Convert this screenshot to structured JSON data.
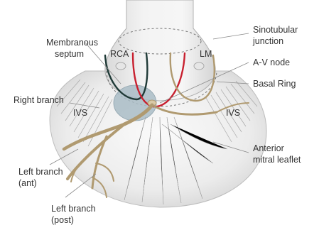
{
  "colors": {
    "background": "#ffffff",
    "tissue_light": "#f4f4f4",
    "tissue_mid": "#e2e2e2",
    "tissue_dark": "#c4c4c4",
    "septum_fill": "#a9bcc6",
    "conduction_path": "#b09a70",
    "rca_line": "#1f3a37",
    "node_line": "#c8202f",
    "label_text": "#333333",
    "leader_line": "#8a8a8a"
  },
  "labels": {
    "membranous_septum_l1": "Membranous",
    "membranous_septum_l2": "septum",
    "right_branch": "Right branch",
    "left_branch_ant_l1": "Left branch",
    "left_branch_ant_l2": "(ant)",
    "left_branch_post_l1": "Left branch",
    "left_branch_post_l2": "(post)",
    "sinotubular_l1": "Sinotubular",
    "sinotubular_l2": "junction",
    "av_node": "A-V node",
    "basal_ring": "Basal Ring",
    "anterior_mitral_l1": "Anterior",
    "anterior_mitral_l2": "mitral leaflet",
    "rca": "RCA",
    "lm": "LM",
    "ivs_left": "IVS",
    "ivs_right": "IVS"
  }
}
